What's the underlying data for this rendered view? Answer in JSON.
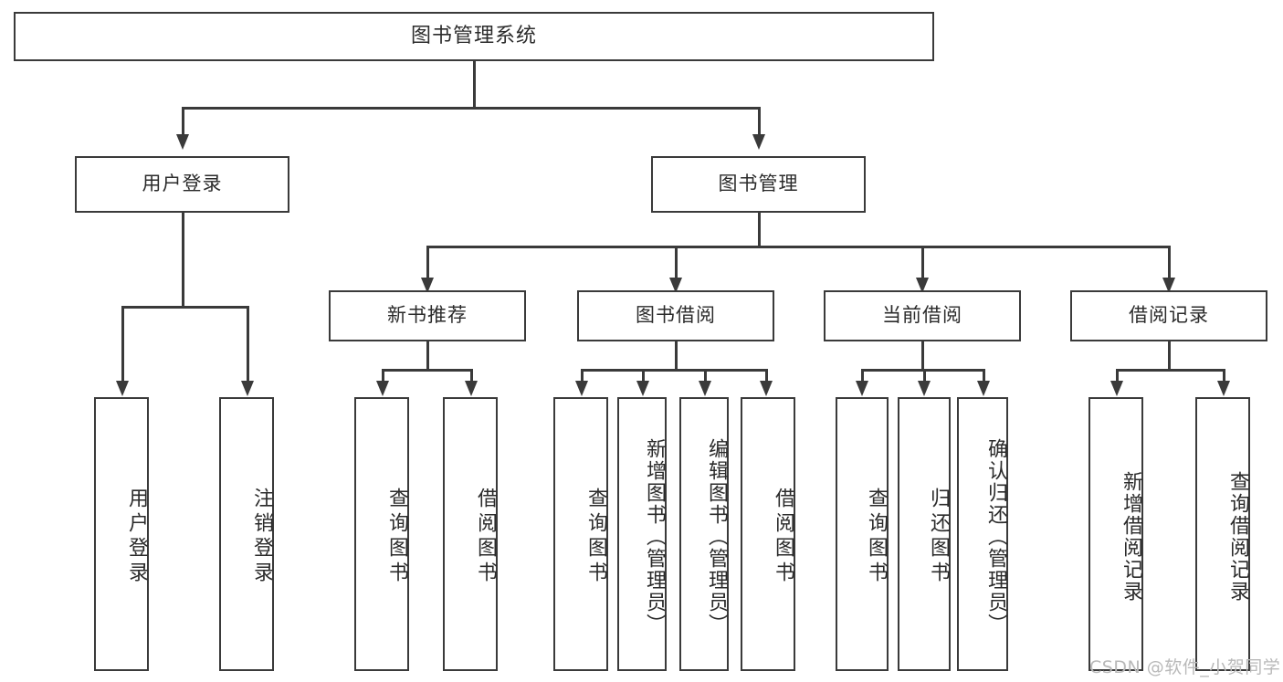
{
  "diagram": {
    "type": "hierarchy-tree",
    "title": "图书管理系统",
    "watermark": "CSDN @软件_小贺同学",
    "colors": {
      "stroke": "#3a3a3a",
      "text": "#2b2b2b",
      "background": "#ffffff",
      "watermark": "#b9b9b9"
    },
    "levels": {
      "root": {
        "label": "图书管理系统"
      },
      "level2": [
        {
          "label": "用户登录"
        },
        {
          "label": "图书管理"
        }
      ],
      "level3": [
        {
          "label": "新书推荐"
        },
        {
          "label": "图书借阅"
        },
        {
          "label": "当前借阅"
        },
        {
          "label": "借阅记录"
        }
      ],
      "leaves": {
        "user_login": [
          {
            "label": "用户登录"
          },
          {
            "label": "注销登录"
          }
        ],
        "new_book_recommend": [
          {
            "label": "查询图书"
          },
          {
            "label": "借阅图书"
          }
        ],
        "book_borrow": [
          {
            "label": "查询图书"
          },
          {
            "label": "新增图书（管理员）"
          },
          {
            "label": "编辑图书（管理员）"
          },
          {
            "label": "借阅图书"
          }
        ],
        "current_borrow": [
          {
            "label": "查询图书"
          },
          {
            "label": "归还图书"
          },
          {
            "label": "确认归还（管理员）"
          }
        ],
        "borrow_record": [
          {
            "label": "新增借阅记录"
          },
          {
            "label": "查询借阅记录"
          }
        ]
      }
    }
  }
}
